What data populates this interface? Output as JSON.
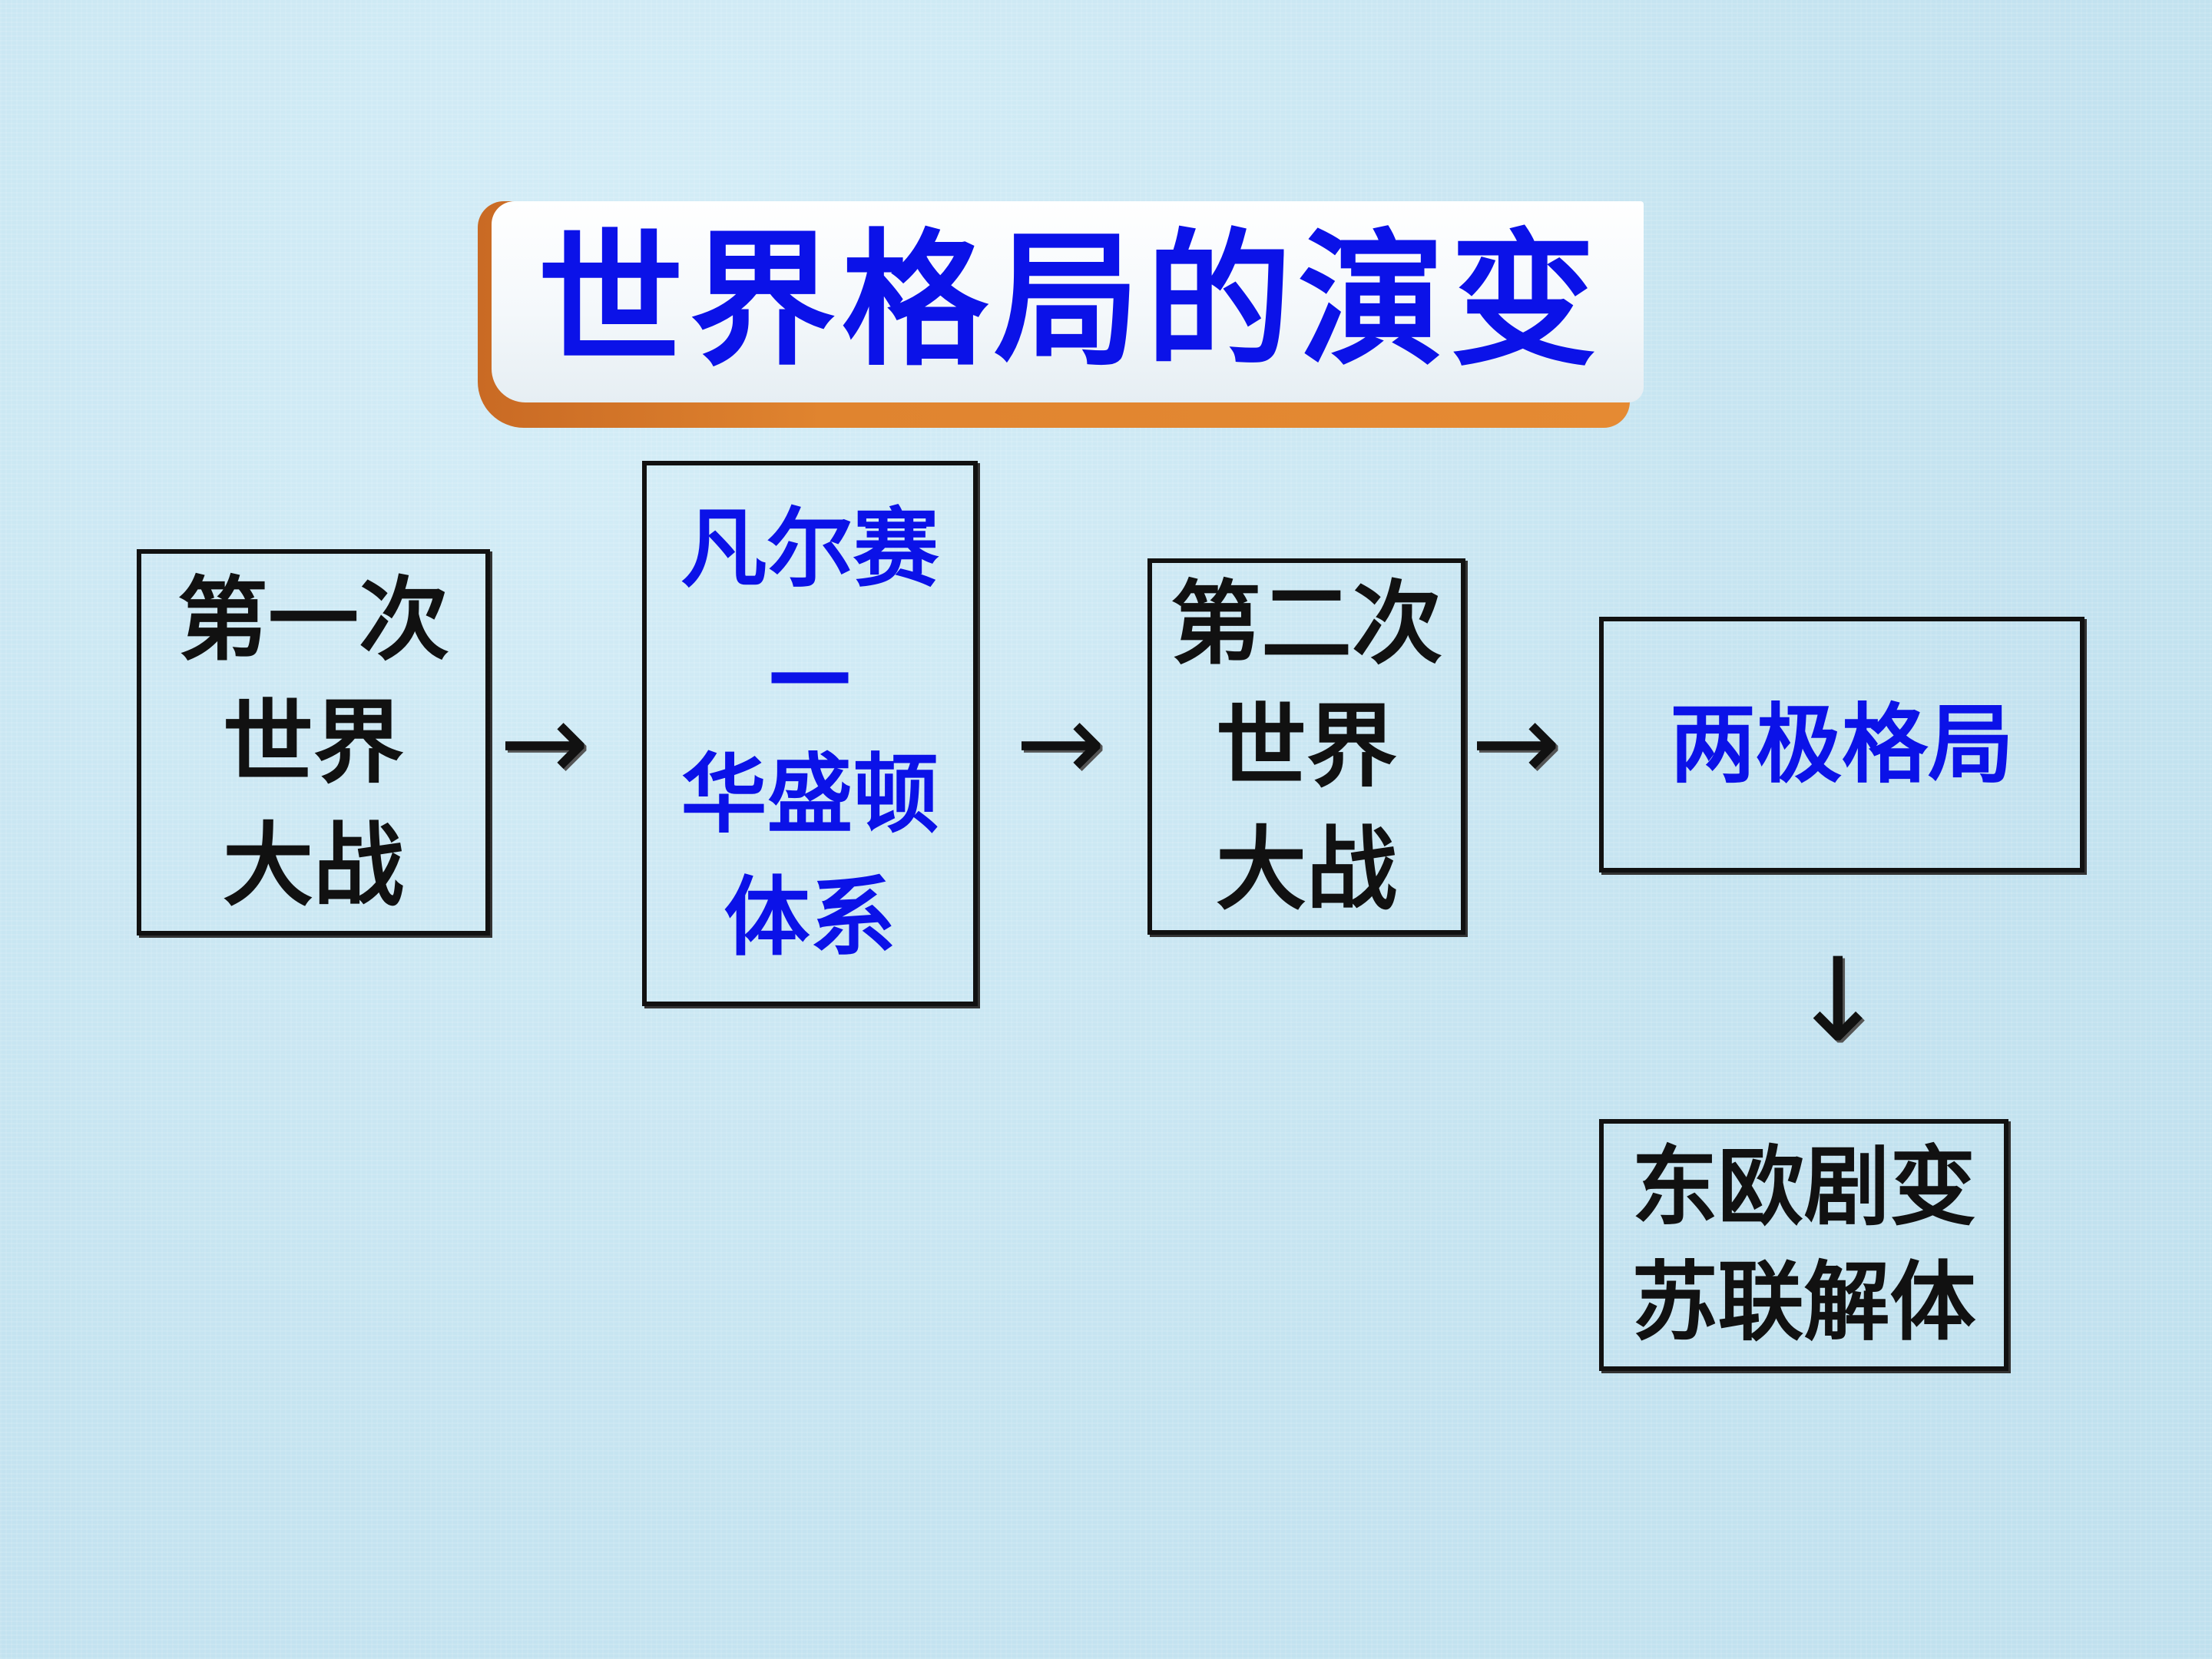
{
  "title": "世界格局的演变",
  "boxes": {
    "ww1": {
      "lines": [
        "第一次",
        "世界",
        "大战"
      ]
    },
    "versailles": {
      "lines": [
        "凡尔赛",
        "—",
        "华盛顿",
        "体系"
      ]
    },
    "ww2": {
      "lines": [
        "第二次",
        "世界",
        "大战"
      ]
    },
    "bipolar": {
      "lines": [
        "两极格局"
      ]
    },
    "collapse": {
      "lines": [
        "东欧剧变",
        "苏联解体"
      ]
    }
  },
  "arrows": {
    "right": "→",
    "down": "↓"
  },
  "colors": {
    "title_text": "#0b12e8",
    "blue_text": "#0b12e8",
    "black_text": "#111111",
    "banner_accent": "#e0842f",
    "background": "#c9e6f2"
  }
}
